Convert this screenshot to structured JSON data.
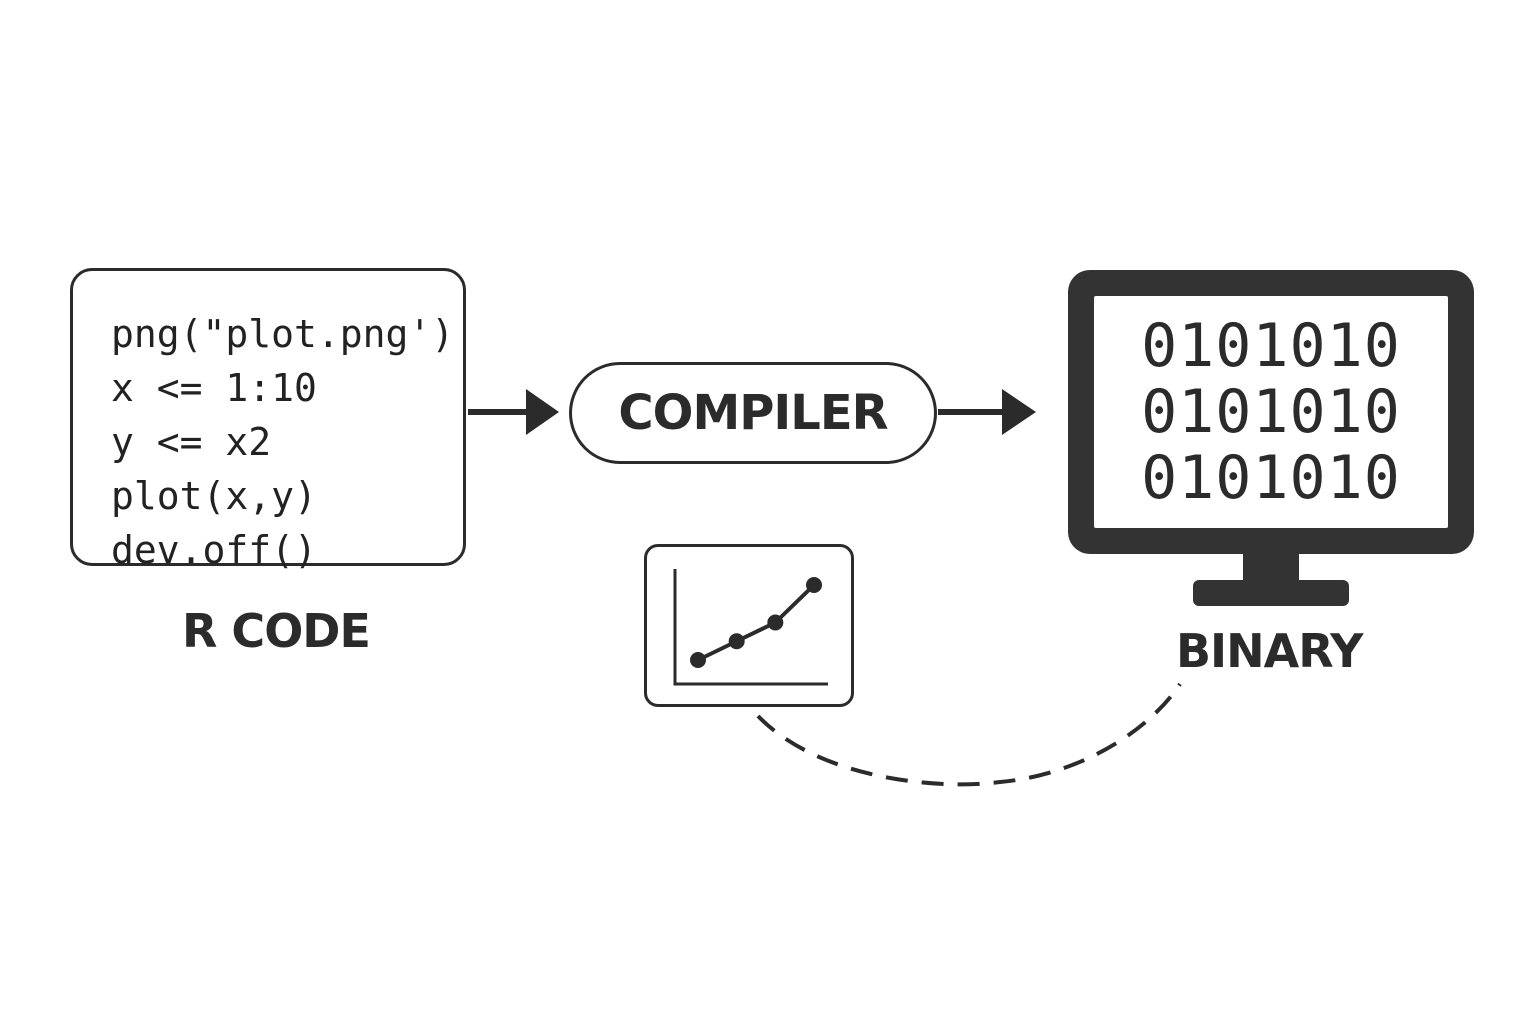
{
  "source": {
    "code_lines": [
      "png(\"plot.png')",
      "x <= 1:10",
      "y <= x2",
      "plot(x,y)",
      "dev.off()"
    ],
    "label": "R CODE"
  },
  "compiler": {
    "label": "COMPILER"
  },
  "target": {
    "binary_lines": [
      "0101010",
      "0101010",
      "0101010"
    ],
    "label": "BINARY"
  },
  "plot_icon": {
    "points": [
      [
        1,
        1
      ],
      [
        2,
        2
      ],
      [
        3,
        3
      ],
      [
        4,
        5
      ]
    ]
  },
  "colors": {
    "ink": "#2b2b2b",
    "monitor": "#333333",
    "background": "#ffffff"
  },
  "icons": [
    "arrow-right-icon",
    "monitor-icon",
    "line-chart-icon",
    "dashed-connector"
  ]
}
